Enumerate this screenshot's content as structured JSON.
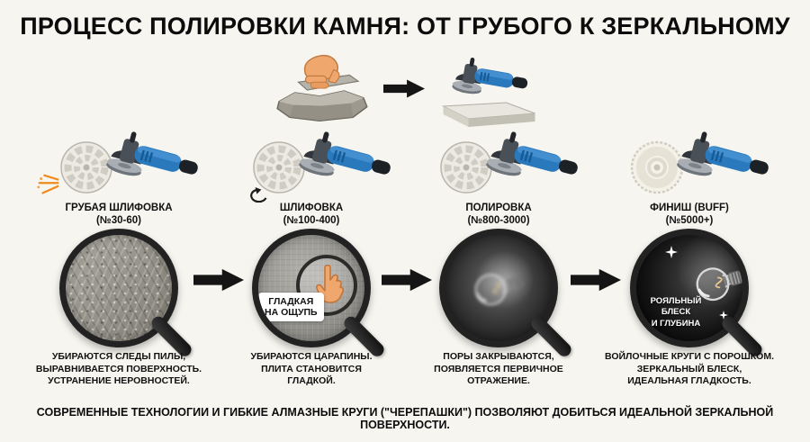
{
  "title": "ПРОЦЕСС ПОЛИРОВКИ КАМНЯ: ОТ ГРУБОГО К ЗЕРКАЛЬНОМУ",
  "colors": {
    "background": "#f7f5ef",
    "text": "#111111",
    "arrow": "#151515",
    "grinder_blue": "#2a79bd",
    "spark_orange": "#f08a1d",
    "hand_tan": "#efa76e"
  },
  "stages": [
    {
      "name": "ГРУБАЯ ШЛИФОВКА",
      "grit": "(№30-60)",
      "desc_lines": [
        "УБИРАЮТСЯ СЛЕДЫ ПИЛЫ,",
        "ВЫРАВНИВАЕТСЯ ПОВЕРХНОСТЬ.",
        "УСТРАНЕНИЕ НЕРОВНОСТЕЙ."
      ]
    },
    {
      "name": "ШЛИФОВКА",
      "grit": "(№100-400)",
      "magnifier_label_lines": [
        "ГЛАДКАЯ",
        "НА ОЩУПЬ"
      ],
      "desc_lines": [
        "УБИРАЮТСЯ ЦАРАПИНЫ.",
        "ПЛИТА СТАНОВИТСЯ",
        "ГЛАДКОЙ."
      ]
    },
    {
      "name": "ПОЛИРОВКА",
      "grit": "(№800-3000)",
      "desc_lines": [
        "ПОРЫ ЗАКРЫВАЮТСЯ,",
        "ПОЯВЛЯЕТСЯ ПЕРВИЧНОЕ",
        "ОТРАЖЕНИЕ."
      ]
    },
    {
      "name": "ФИНИШ (BUFF)",
      "grit": "(№5000+)",
      "magnifier_label_lines": [
        "РОЯЛЬНЫЙ БЛЕСК",
        "И ГЛУБИНА"
      ],
      "desc_lines": [
        "ВОЙЛОЧНЫЕ КРУГИ С ПОРОШКОМ.",
        "ЗЕРКАЛЬНЫЙ БЛЕСК,",
        "ИДЕАЛЬНАЯ ГЛАДКОСТЬ."
      ]
    }
  ],
  "footer": "СОВРЕМЕННЫЕ ТЕХНОЛОГИИ И ГИБКИЕ АЛМАЗНЫЕ КРУГИ (\"ЧЕРЕПАШКИ\") ПОЗВОЛЯЮТ ДОБИТЬСЯ ИДЕАЛЬНОЙ ЗЕРКАЛЬНОЙ ПОВЕРХНОСТИ."
}
